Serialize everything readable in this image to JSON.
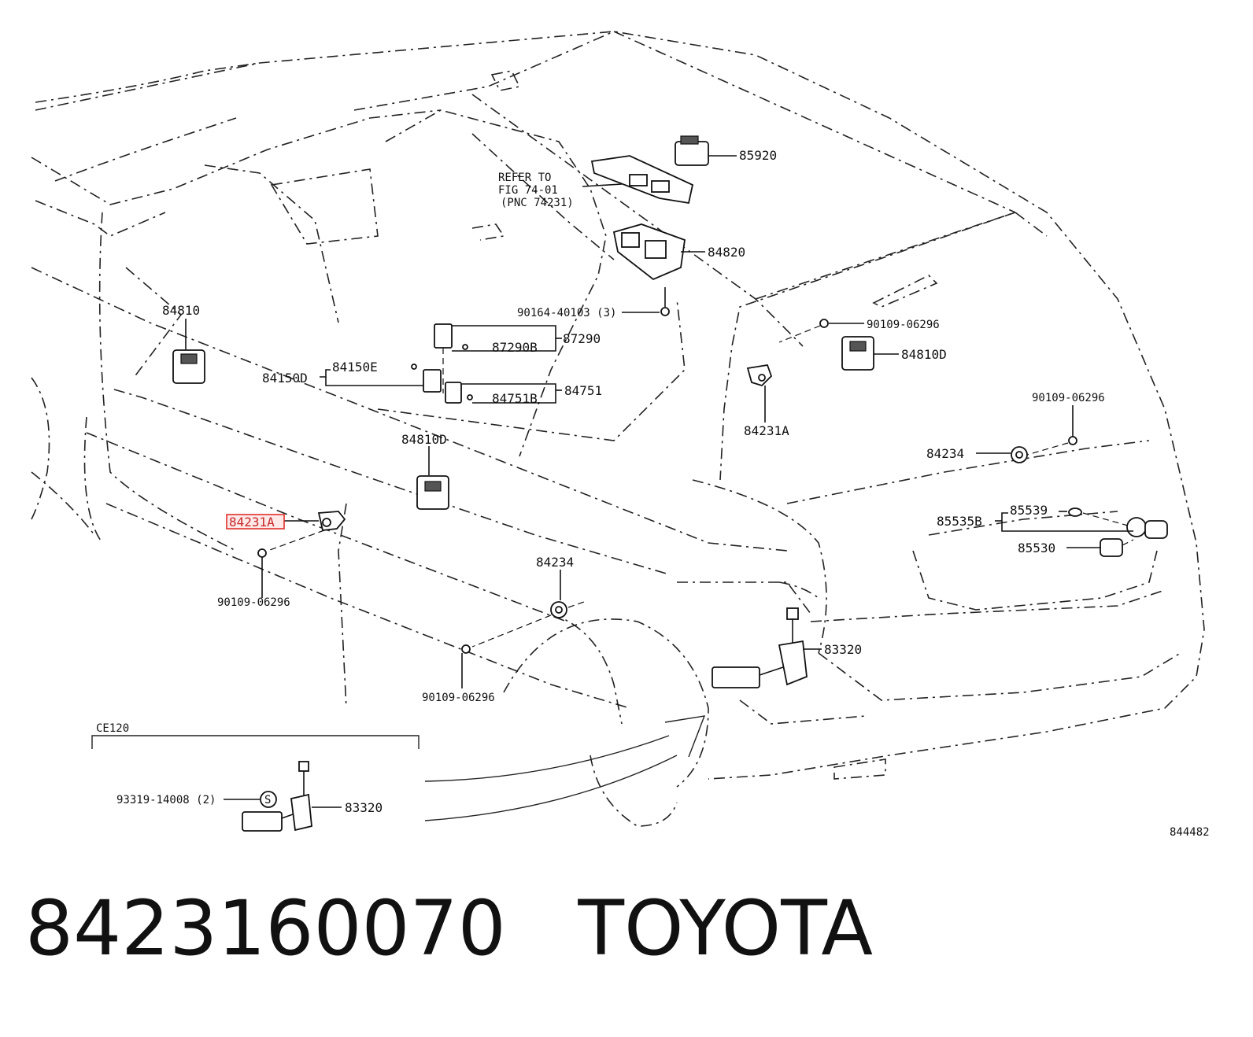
{
  "refer_note": [
    "REFER TO",
    "FIG 74-01",
    "(PNC 74231)"
  ],
  "labels": {
    "p85920": "85920",
    "p84820": "84820",
    "p84810": "84810",
    "p90164": "90164-40103 (3)",
    "p87290": "87290",
    "p87290b": "87290B",
    "p84150e": "84150E",
    "p84150d": "84150D",
    "p84751": "84751",
    "p84751b": "84751B",
    "p84810d_mid": "84810D",
    "p84231a_highlight": "84231A",
    "p90109_a": "90109-06296",
    "p84234_mid": "84234",
    "p90109_b": "90109-06296",
    "p90109_c": "90109-06296",
    "p84810d_right": "84810D",
    "p84231a_right": "84231A",
    "p90109_d": "90109-06296",
    "p84234_right": "84234",
    "p85539": "85539",
    "p85535b": "85535B",
    "p85530": "85530",
    "p83320_main": "83320",
    "inset_code": "CE120",
    "p93319": "93319-14008 (2)",
    "p83320_inset": "83320",
    "inset_symbol": "S",
    "figure_number": "844482"
  },
  "footer": {
    "part_number": "8423160070",
    "brand": "TOYOTA"
  }
}
